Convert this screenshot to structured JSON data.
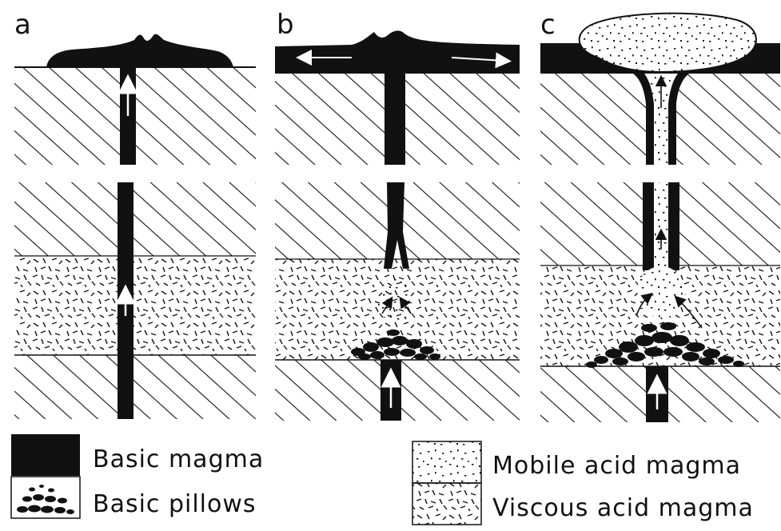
{
  "panels": [
    {
      "label": "a"
    },
    {
      "label": "b"
    },
    {
      "label": "c"
    }
  ],
  "legend": [
    {
      "label": "Basic magma",
      "pattern": "solid-black"
    },
    {
      "label": "Basic pillows",
      "pattern": "pillows"
    },
    {
      "label": "Mobile acid magma",
      "pattern": "dots"
    },
    {
      "label": "Viscous acid magma",
      "pattern": "dashes"
    }
  ],
  "colors": {
    "ink": "#111111",
    "paper": "#ffffff"
  }
}
